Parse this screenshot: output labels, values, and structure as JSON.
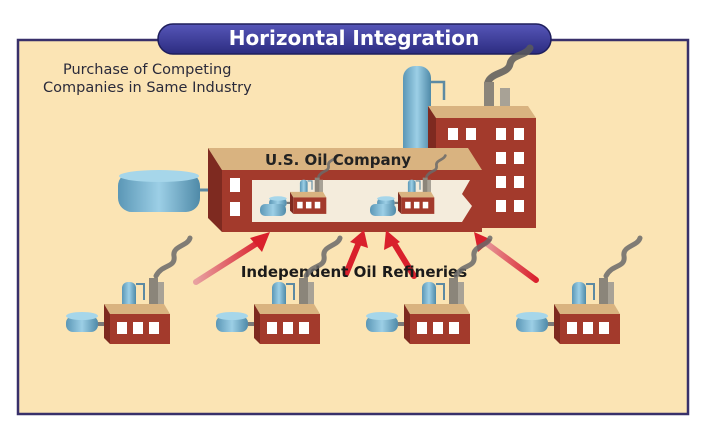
{
  "diagram": {
    "title": "Horizontal Integration",
    "subtitle_lines": [
      "Purchase of Competing",
      "Companies in Same Industry"
    ],
    "company_label": "U.S. Oil Company",
    "refineries_label": "Independent Oil Refineries",
    "refinery_count": 4,
    "arrow_count": 4
  },
  "colors": {
    "panel_background": "#fbe4b4",
    "panel_border": "#38306a",
    "title_banner": "#3a3a96",
    "brick": "#a33a2c",
    "tank": "#76b2cf",
    "arrow": "#d9202c",
    "smoke": "#5a5a5a"
  }
}
